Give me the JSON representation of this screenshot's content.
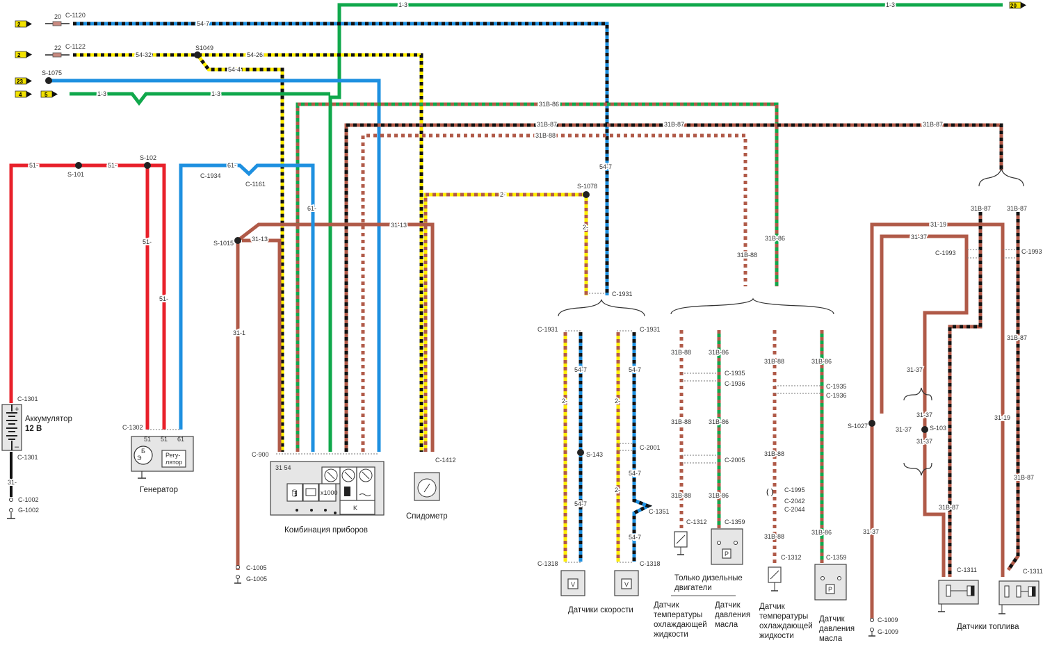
{
  "colors": {
    "red": "#e8202a",
    "blue": "#1e90e0",
    "green": "#10a84c",
    "yellow": "#ffee00",
    "brown": "#b05a48",
    "black": "#111111",
    "tag_fill": "#f2e200"
  },
  "inputs": [
    {
      "tag": "2",
      "fuse": "20",
      "connector": "C-1120",
      "wire": "54-7"
    },
    {
      "tag": "2",
      "fuse": "22",
      "connector": "C-1122",
      "wire": "54-32"
    },
    {
      "tag": "23",
      "splice": "S-1075"
    },
    {
      "tag": "4",
      "tag2": "5",
      "wire": "1-3"
    }
  ],
  "output_tag": "20",
  "wire_labels": {
    "w13_a": "1-3",
    "w13_b": "1-3",
    "w13_c": "1-3",
    "w13_d": "1-3",
    "w547_top": "54-7",
    "w547_vert": "54-7",
    "w5426": "54-26",
    "w544": "54-4",
    "s1049": "S1049",
    "w31b86_top": "31B-86",
    "w31b87_a": "31B-87",
    "w31b87_b": "31B-87",
    "w31b87_c": "31B-87",
    "w31b88_top": "31B-88",
    "w31b88_v": "31B-88",
    "w31b86_v": "31B-86",
    "w51_a": "51-",
    "w51_b": "51-",
    "w51_c": "51-",
    "w51_d": "51-",
    "s101": "S-101",
    "s102": "S-102",
    "w61_a": "61-",
    "w61_b": "61-",
    "c1934": "C-1934",
    "c1161": "C-1161",
    "s1015": "S-1015",
    "w3113_a": "31-13",
    "w3113_b": "31-13",
    "w311": "31-1",
    "w2_a": "2-",
    "w2_b": "2-",
    "s1078": "S-1078",
    "c1931_top": "C-1931"
  },
  "battery": {
    "title": "Аккумулятор",
    "voltage": "12 В",
    "c_top": "C-1301",
    "c_bottom": "C-1301",
    "wire": "31-",
    "c_ground": "C-1002",
    "g_ground": "G-1002"
  },
  "generator": {
    "title": "Генератор",
    "connector": "C-1302",
    "pins": [
      "51",
      "51",
      "61"
    ],
    "regulator": "Регу-\nлятор",
    "reg_l1": "Регу-",
    "reg_l2": "лятор",
    "b_label": "Б",
    "e_label": "Э"
  },
  "cluster": {
    "title": "Комбинация приборов",
    "connector": "C-900",
    "pins": "31 54",
    "tacho": "x1000",
    "k_label": "K",
    "c_ground": "C-1005",
    "g_ground": "G-1005"
  },
  "speedometer": {
    "title": "Спидометр",
    "connector": "C-1412"
  },
  "speed_sensors": {
    "title": "Датчики скорости",
    "c_top_l": "C-1931",
    "c_top_r": "C-1931",
    "w547_l": "54-7",
    "w547_r": "54-7",
    "w547_r2": "54-7",
    "w547_r3": "54-7",
    "w547_l2": "54-7",
    "w2_l": "2-",
    "w2_r": "2-",
    "w2_r2": "2-",
    "s143": "S-143",
    "c2001": "C-2001",
    "c1351": "C-1351",
    "c1318_l": "C-1318",
    "c1318_r": "C-1318",
    "sensor_label": "V"
  },
  "engine_sensors": {
    "diesel_note_l1": "Только дизельные",
    "diesel_note_l2": "двигатели",
    "left": {
      "w88": [
        "31B-88",
        "31B-88",
        "31B-88"
      ],
      "w86": [
        "31B-86",
        "31B-86",
        "31B-86"
      ],
      "c1935": "C-1935",
      "c1936": "C-1936",
      "c2005": "C-2005",
      "c1312": "C-1312",
      "c1359": "C-1359"
    },
    "right": {
      "w88": [
        "31B-88",
        "31B-88",
        "31B-88"
      ],
      "w86": [
        "31B-86",
        "31B-86"
      ],
      "c1935": "C-1935",
      "c1936": "C-1936",
      "c1995": "C-1995",
      "c2042": "C-2042",
      "c2044": "C-2044",
      "c1312": "C-1312",
      "c1359": "C-1359"
    },
    "temp_label": [
      "Датчик",
      "температуры",
      "охлаждающей",
      "жидкости"
    ],
    "press_label": [
      "Датчик",
      "давления",
      "масла"
    ],
    "p_label": "P"
  },
  "fuel_sensors": {
    "title": "Датчики топлива",
    "w3119_top": "31-19",
    "w3137_top": "31-37",
    "c1993_l": "C-1993",
    "c1993_r": "C-1993",
    "w31b87": [
      "31B-87",
      "31B-87",
      "31B-87",
      "31B-87",
      "31B-87"
    ],
    "w3137": [
      "31-37",
      "31-37",
      "31-37",
      "31-37",
      "31-37"
    ],
    "w3119_v": "31-19",
    "s1027": "S-1027",
    "s103": "S-103",
    "c1009": "C-1009",
    "g1009": "G-1009",
    "c1311_l": "C-1311",
    "c1311_r": "C-1311"
  }
}
